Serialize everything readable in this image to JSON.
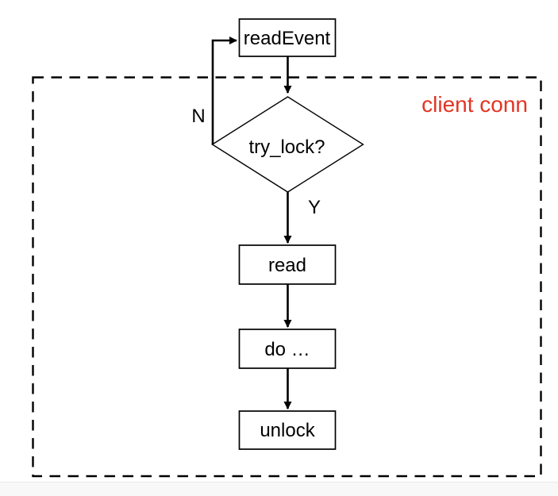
{
  "diagram": {
    "region": {
      "label": "client conn",
      "label_color": "#e33524",
      "border_style": "dashed"
    },
    "nodes": [
      {
        "id": "readEvent",
        "type": "process",
        "label": "readEvent"
      },
      {
        "id": "try_lock",
        "type": "decision",
        "label": "try_lock?"
      },
      {
        "id": "read",
        "type": "process",
        "label": "read"
      },
      {
        "id": "do",
        "type": "process",
        "label": "do …"
      },
      {
        "id": "unlock",
        "type": "process",
        "label": "unlock"
      }
    ],
    "edges": [
      {
        "from": "readEvent",
        "to": "try_lock",
        "label": ""
      },
      {
        "from": "try_lock",
        "to": "readEvent",
        "label": "N"
      },
      {
        "from": "try_lock",
        "to": "read",
        "label": "Y"
      },
      {
        "from": "read",
        "to": "do",
        "label": ""
      },
      {
        "from": "do",
        "to": "unlock",
        "label": ""
      }
    ],
    "colors": {
      "line": "#000000",
      "node_fill": "#ffffff",
      "background": "#ffffff",
      "accent": "#e33524"
    }
  }
}
